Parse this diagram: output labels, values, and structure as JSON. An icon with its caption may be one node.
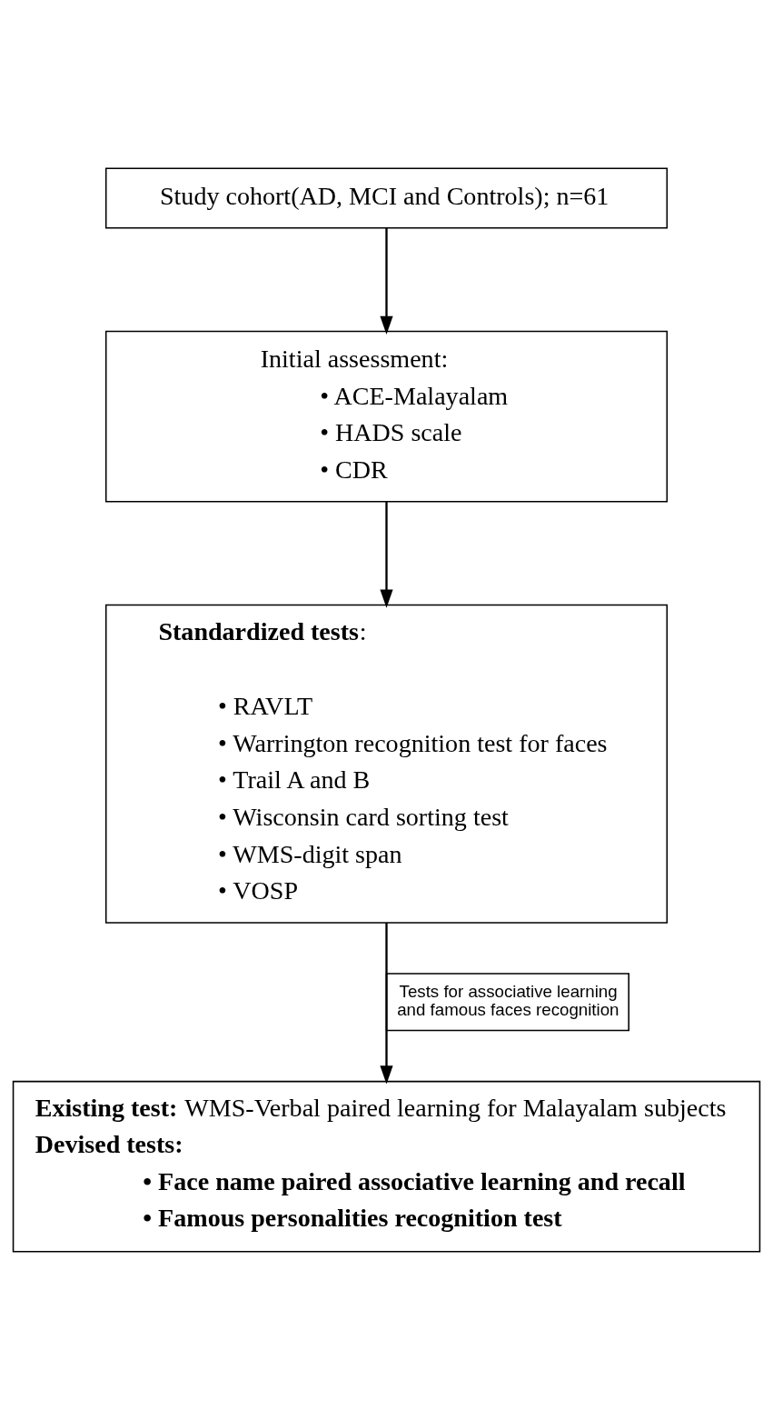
{
  "diagram": {
    "nodes": [
      {
        "text": [
          "Study cohort(AD, MCI and Controls); n=61"
        ]
      },
      {
        "text": [
          "Initial assessment:",
          "• ACE-Malayalam",
          "• HADS scale",
          "• CDR"
        ]
      },
      {
        "text": [
          "**Standardized tests**:",
          "• RAVLT",
          "• Warrington recognition test for faces",
          "• Trail A and B",
          "• Wisconsin card sorting test",
          "• WMS-digit span",
          "• VOSP"
        ]
      },
      {
        "text": [
          "**Existing test:** WMS-Verbal paired learning for Malayalam subjects",
          "**Devised tests:**",
          "**• Face name paired associative learning and recall**",
          "**• Famous personalities recognition test**"
        ]
      }
    ],
    "edges": [
      {
        "from": 0,
        "to": 1,
        "arrow": "to"
      },
      {
        "from": 1,
        "to": 2,
        "arrow": "to"
      },
      {
        "from": 2,
        "to": 3,
        "arrow": "to",
        "label": "Tests for associative learning and famous faces recognition"
      }
    ]
  }
}
